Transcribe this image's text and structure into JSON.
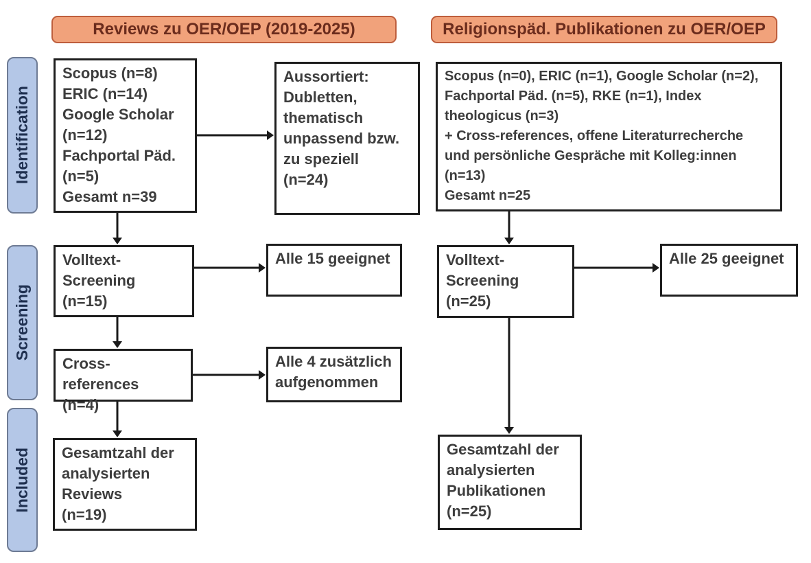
{
  "headers": {
    "left": "Reviews zu OER/OEP (2019-2025)",
    "right": "Religionspäd. Publikationen zu OER/OEP"
  },
  "stages": {
    "identification": "Identification",
    "screening": "Screening",
    "included": "Included"
  },
  "left_column": {
    "sources": "Scopus (n=8)\nERIC (n=14)\nGoogle Scholar\n(n=12)\nFachportal Päd.\n(n=5)\nGesamt n=39",
    "excluded": "Aussortiert:\nDubletten,\nthematisch\nunpassend bzw.\nzu speziell\n(n=24)",
    "fulltext_screening": "Volltext-\nScreening\n(n=15)",
    "eligible": "Alle 15 geeignet",
    "cross_references": "Cross-references\n(n=4)",
    "added": "Alle 4 zusätzlich\naufgenommen",
    "total": "Gesamtzahl der\nanalysierten\nReviews\n(n=19)"
  },
  "right_column": {
    "sources": "Scopus (n=0), ERIC (n=1), Google Scholar (n=2),\nFachportal Päd. (n=5), RKE (n=1), Index\ntheologicus (n=3)\n+ Cross-references, offene Literaturrecherche\nund persönliche Gespräche mit Kolleg:innen\n(n=13)\nGesamt n=25",
    "fulltext_screening": "Volltext-\nScreening\n(n=25)",
    "eligible": "Alle 25 geeignet",
    "total": "Gesamtzahl der\nanalysierten\nPublikationen\n(n=25)"
  },
  "colors": {
    "header_fill": "#F1A27B",
    "header_border": "#BE5E3C",
    "header_text": "#6B2C1D",
    "stage_fill": "#B4C7E7",
    "stage_border": "#6E7B94",
    "stage_text": "#1F3050",
    "box_border": "#1E1E1E",
    "box_text": "#3D3D3D",
    "arrow": "#1A1A1A",
    "background": "#FFFFFF"
  }
}
